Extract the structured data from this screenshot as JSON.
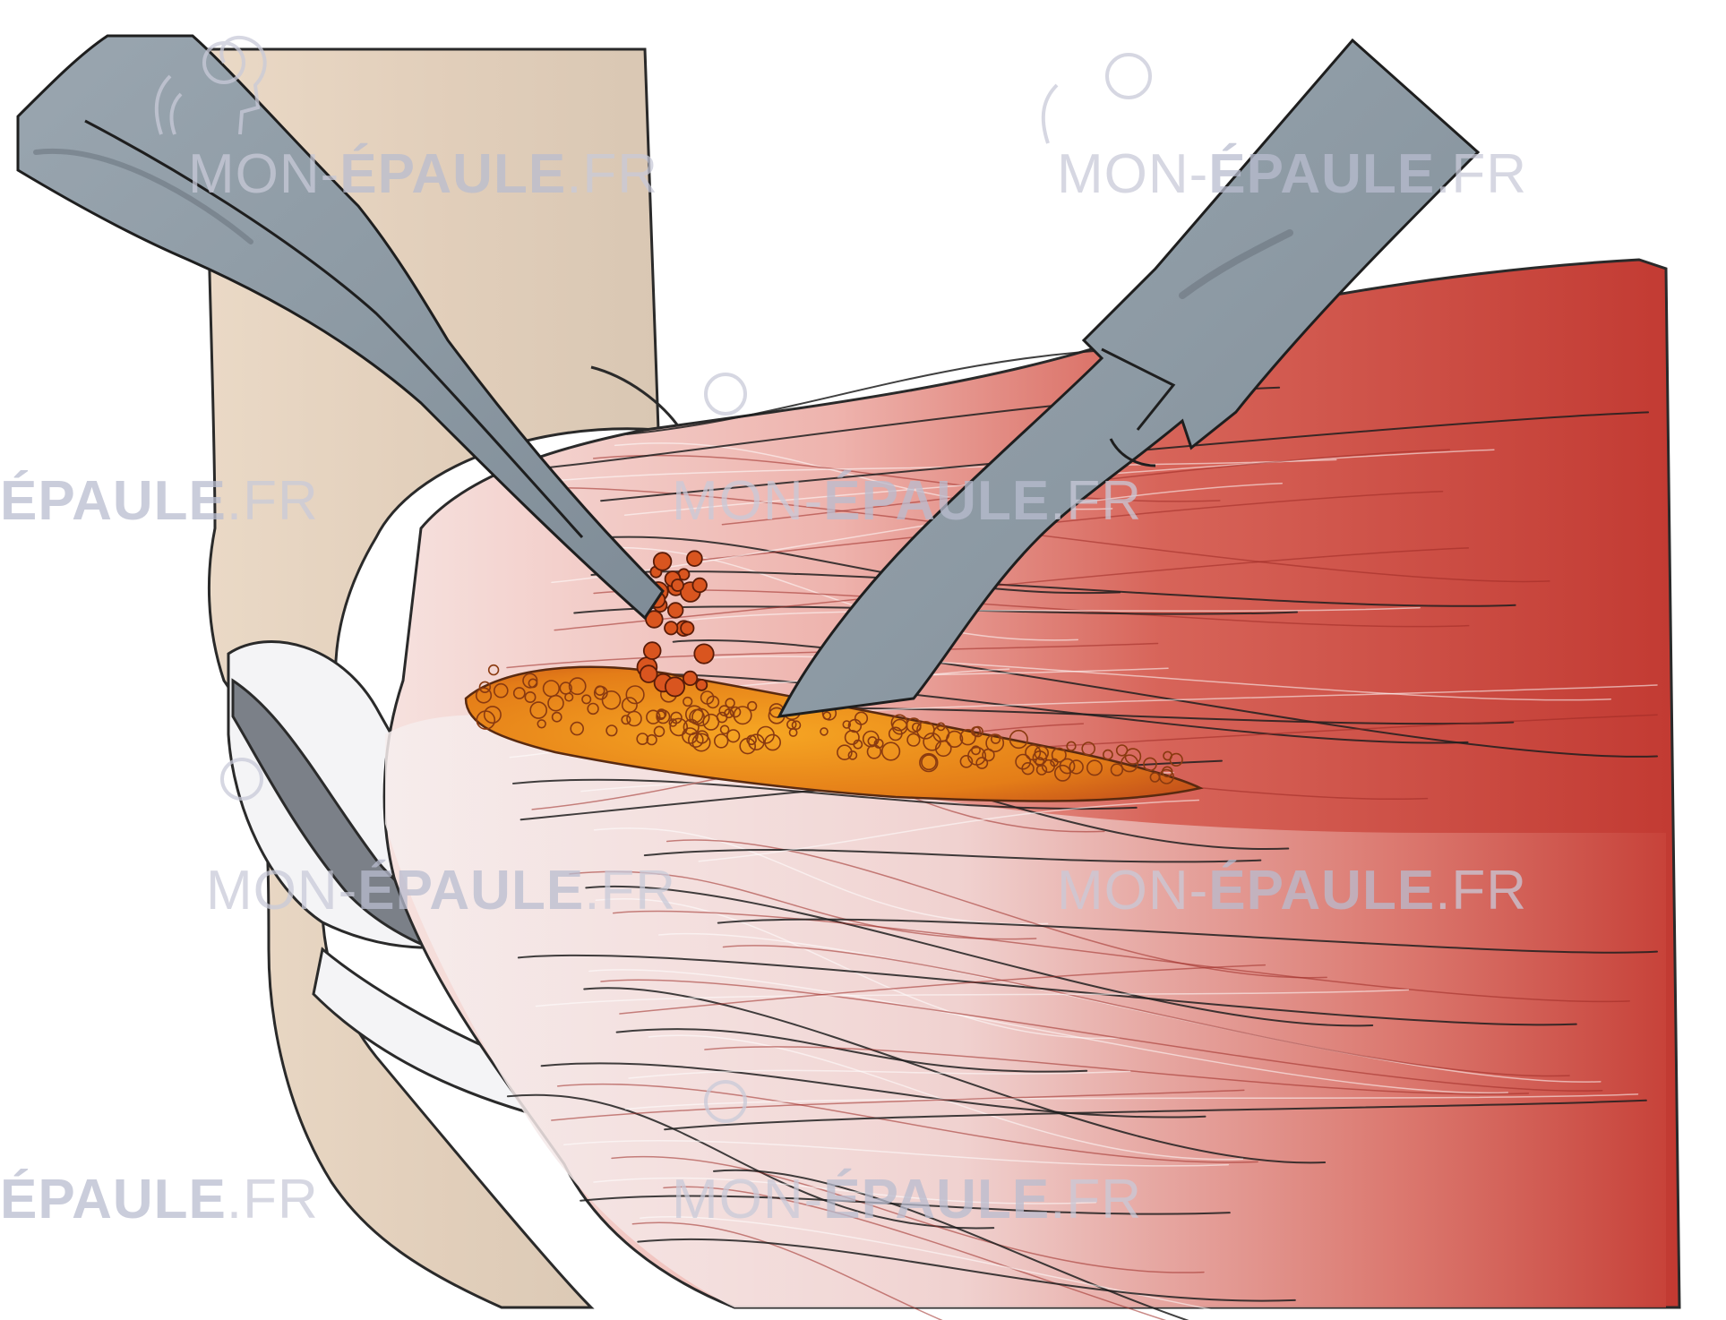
{
  "watermark": {
    "brand_prefix": "MON-",
    "brand_core": "ÉPAULE",
    "brand_suffix": ".FR",
    "partial_core": "ÉPAULE",
    "partial_suffix": ".FR"
  },
  "icons": [
    "head-profile-logo-icon",
    "wifi-arc-icon"
  ],
  "colors": {
    "muscle": "#c9433b",
    "tendon": "#f1d4d2",
    "bone": "#e5d2be",
    "instrument": "#8f9ca6",
    "calcification": "#e0861d",
    "watermark": "#c9cad8"
  }
}
